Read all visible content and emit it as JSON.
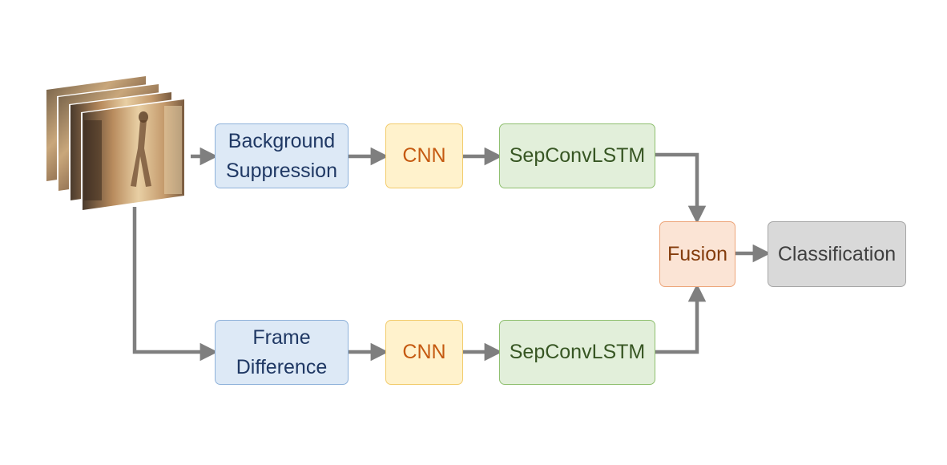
{
  "diagram": {
    "top_branch": {
      "preprocess": [
        "Background",
        "Suppression"
      ],
      "cnn": "CNN",
      "lstm": "SepConvLSTM"
    },
    "bottom_branch": {
      "preprocess": [
        "Frame",
        "Difference"
      ],
      "cnn": "CNN",
      "lstm": "SepConvLSTM"
    },
    "fusion": "Fusion",
    "classification": "Classification",
    "input_icon": "video-frame-stack-icon",
    "colors": {
      "arrow": "#7f7f7f",
      "preprocess_fill": "#dde9f6",
      "cnn_fill": "#fff2cc",
      "lstm_fill": "#e2efda",
      "fusion_fill": "#fbe4d5",
      "classification_fill": "#d9d9d9"
    }
  }
}
